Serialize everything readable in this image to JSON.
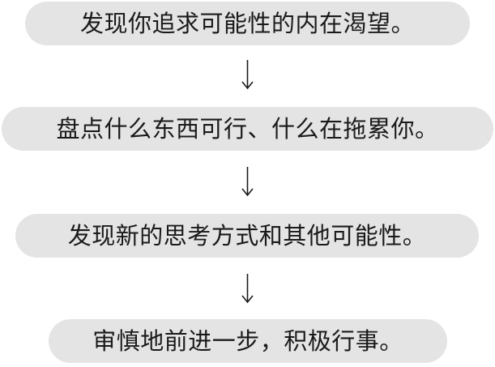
{
  "flow": {
    "steps": [
      {
        "label": "发现你追求可能性的内在渴望。"
      },
      {
        "label": "盘点什么东西可行、什么在拖累你。"
      },
      {
        "label": "发现新的思考方式和其他可能性。"
      },
      {
        "label": "审慎地前进一步，积极行事。"
      }
    ],
    "colors": {
      "box_fill": "#e4e4e4",
      "text": "#1a1a1a",
      "arrow": "#1a1a1a"
    }
  }
}
